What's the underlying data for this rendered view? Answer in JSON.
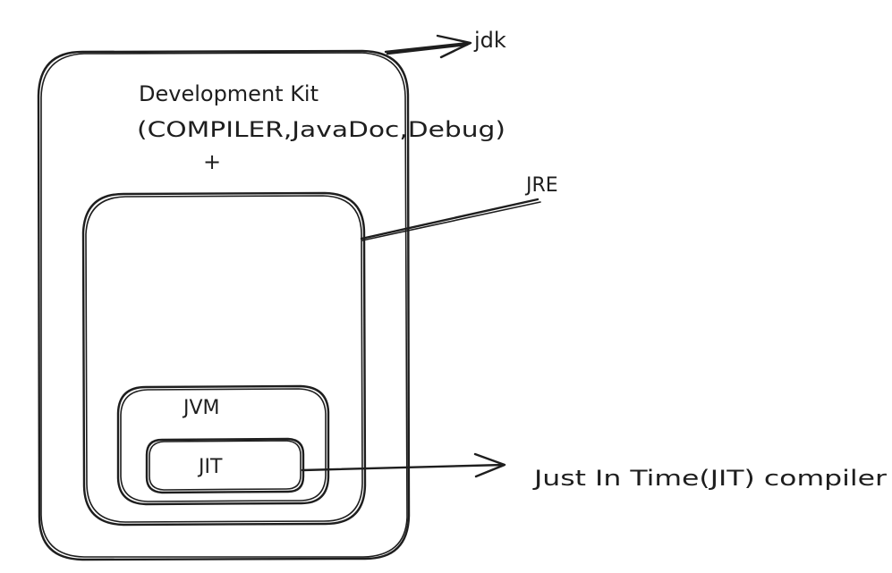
{
  "labels": {
    "jdk": "jdk",
    "dev_kit_title": "Development Kit",
    "dev_kit_tools": "(COMPILER,JavaDoc,Debug)",
    "plus": "+",
    "jre": "JRE",
    "jvm": "JVM",
    "jit": "JIT",
    "jit_description": "Just In Time(JIT) compiler"
  },
  "colors": {
    "stroke": "#1e1e1e",
    "background": "#ffffff"
  }
}
